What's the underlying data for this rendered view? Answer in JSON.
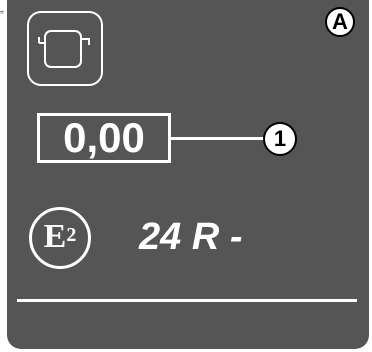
{
  "side_code": "4",
  "badge": {
    "label": "A"
  },
  "counter": {
    "value": "0,00"
  },
  "callout": {
    "number": "1"
  },
  "approval_mark": {
    "letter": "E",
    "number": "2"
  },
  "regulation": {
    "text": "24 R -"
  },
  "icons": {
    "gauge": "fuel-gauge-icon"
  },
  "colors": {
    "panel": "#555555",
    "foreground": "#ffffff"
  }
}
